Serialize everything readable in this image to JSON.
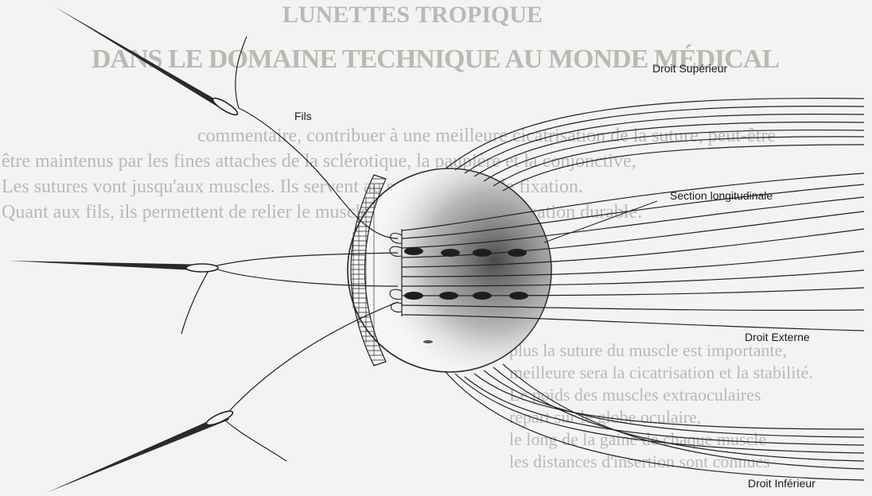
{
  "background_text": {
    "heading_1": "LUNETTES TROPIQUE",
    "heading_2": "DANS LE DOMAINE TECHNIQUE AU MONDE MÉDICAL",
    "body_lines": [
      "commentaire, contribuer à une meilleure cicatrisation de la suture, peut-être",
      "être maintenus par les fines attaches de la sclérotique, la paupière et la conjonctive,",
      "Les sutures vont jusqu'aux muscles. Ils servent au suivi du point de fixation.",
      "Quant aux fils, ils permettent de relier le muscle au globe pour une fixation durable."
    ],
    "column_lines": [
      "plus la suture du muscle est importante,",
      "meilleure sera la cicatrisation et la stabilité.",
      "Le poids des muscles extraoculaires",
      "repart sur le globe oculaire,",
      "le long de la gaine de chaque muscle",
      "les distances d'insertion sont connues"
    ]
  },
  "labels": {
    "fils": "Fils",
    "droit_superieur": "Droit Supérieur",
    "section_longitudinale": "Section longitudinale",
    "droit_externe": "Droit Externe",
    "droit_inferieur": "Droit Inférieur"
  },
  "colors": {
    "ink": "#222222",
    "paper": "#f3f3f1",
    "faint": "#b9b9b6"
  }
}
